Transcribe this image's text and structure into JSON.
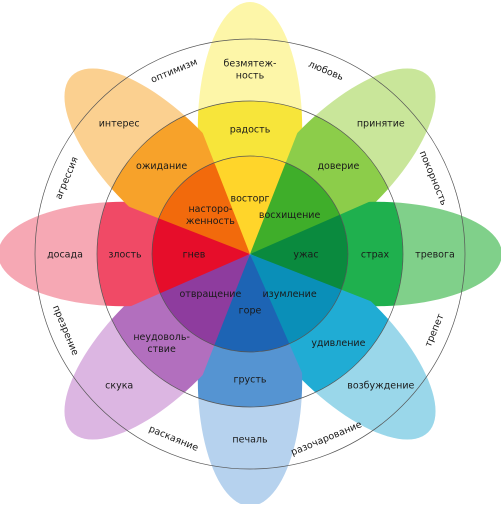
{
  "wheel": {
    "petals": [
      {
        "name": "joy",
        "outer": "безмятеж-ность",
        "middle": "радость",
        "inner": "восторг",
        "colors": [
          "#ffd52a",
          "#f7e53a",
          "#fdf6a8"
        ]
      },
      {
        "name": "trust",
        "outer": "принятие",
        "middle": "доверие",
        "inner": "восхищение",
        "colors": [
          "#3fae2a",
          "#8ccd4a",
          "#c9e69a"
        ]
      },
      {
        "name": "fear",
        "outer": "тревога",
        "middle": "страх",
        "inner": "ужас",
        "colors": [
          "#0a8a3e",
          "#1fb04e",
          "#80d08a"
        ]
      },
      {
        "name": "surprise",
        "outer": "возбуждение",
        "middle": "удивление",
        "inner": "изумление",
        "colors": [
          "#0a8fb8",
          "#20acd4",
          "#9ad7ea"
        ]
      },
      {
        "name": "sadness",
        "outer": "печаль",
        "middle": "грусть",
        "inner": "горе",
        "colors": [
          "#1d64b4",
          "#5594d2",
          "#b6d2ee"
        ]
      },
      {
        "name": "disgust",
        "outer": "скука",
        "middle": "неудоволь-ствие",
        "inner": "отвращение",
        "colors": [
          "#8e3c9e",
          "#b26fbe",
          "#dcb6e2"
        ]
      },
      {
        "name": "anger",
        "outer": "досада",
        "middle": "злость",
        "inner": "гнев",
        "colors": [
          "#e60d2a",
          "#f04a66",
          "#f6a8b4"
        ]
      },
      {
        "name": "anticipation",
        "outer": "интерес",
        "middle": "ожидание",
        "inner": "насторо-женность",
        "colors": [
          "#f26a0c",
          "#f7a22a",
          "#fbd090"
        ]
      }
    ],
    "dyads": [
      {
        "name": "love",
        "label": "любовь"
      },
      {
        "name": "submission",
        "label": "покорность"
      },
      {
        "name": "awe",
        "label": "трепет"
      },
      {
        "name": "disapproval",
        "label": "разочарование"
      },
      {
        "name": "remorse",
        "label": "раскаяние"
      },
      {
        "name": "contempt",
        "label": "презрение"
      },
      {
        "name": "aggressiveness",
        "label": "агрессия"
      },
      {
        "name": "optimism",
        "label": "оптимизм"
      }
    ]
  }
}
